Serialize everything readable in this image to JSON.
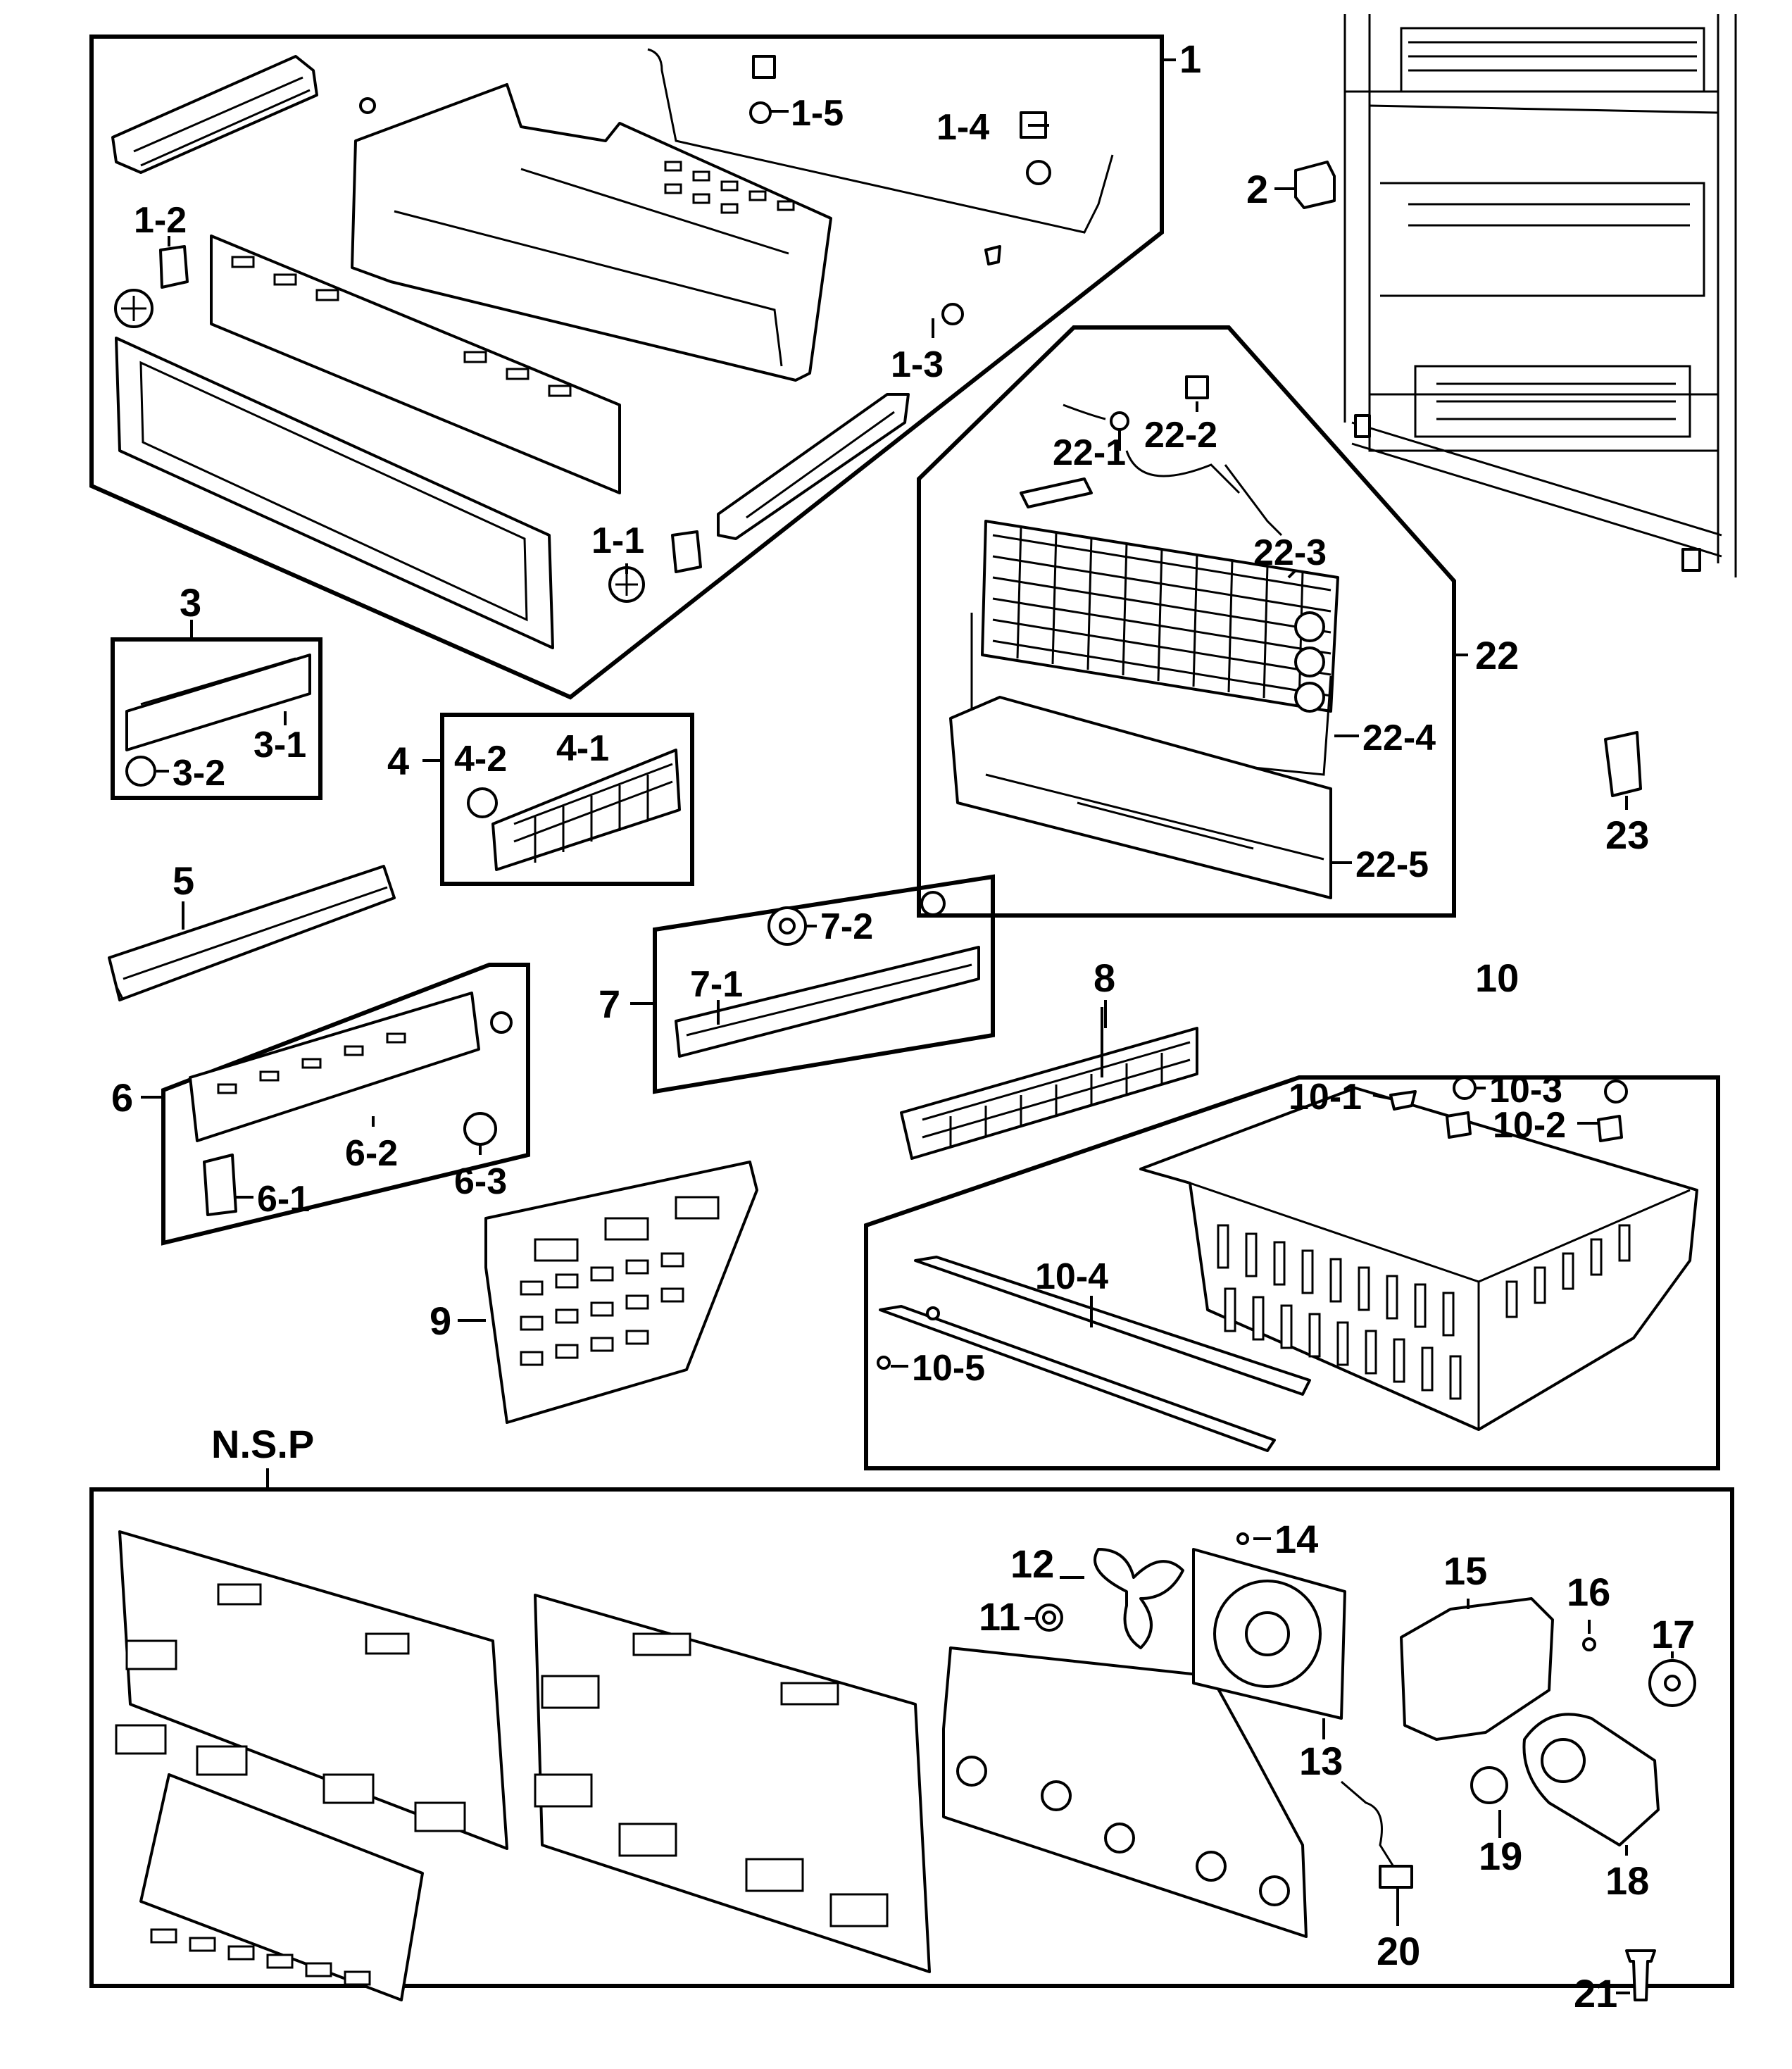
{
  "labels": {
    "l1": "1",
    "l1_1": "1-1",
    "l1_2": "1-2",
    "l1_3": "1-3",
    "l1_4": "1-4",
    "l1_5": "1-5",
    "l2": "2",
    "l3": "3",
    "l3_1": "3-1",
    "l3_2": "3-2",
    "l4": "4",
    "l4_1": "4-1",
    "l4_2": "4-2",
    "l5": "5",
    "l6": "6",
    "l6_1": "6-1",
    "l6_2": "6-2",
    "l6_3": "6-3",
    "l7": "7",
    "l7_1": "7-1",
    "l7_2": "7-2",
    "l8": "8",
    "l9": "9",
    "l10": "10",
    "l10_1": "10-1",
    "l10_2": "10-2",
    "l10_3": "10-3",
    "l10_4": "10-4",
    "l10_5": "10-5",
    "l11": "11",
    "l12": "12",
    "l13": "13",
    "l14": "14",
    "l15": "15",
    "l16": "16",
    "l17": "17",
    "l18": "18",
    "l19": "19",
    "l20": "20",
    "l21": "21",
    "l22": "22",
    "l22_1": "22-1",
    "l22_2": "22-2",
    "l22_3": "22-3",
    "l22_4": "22-4",
    "l22_5": "22-5",
    "l23": "23",
    "nsp": "N.S.P"
  }
}
